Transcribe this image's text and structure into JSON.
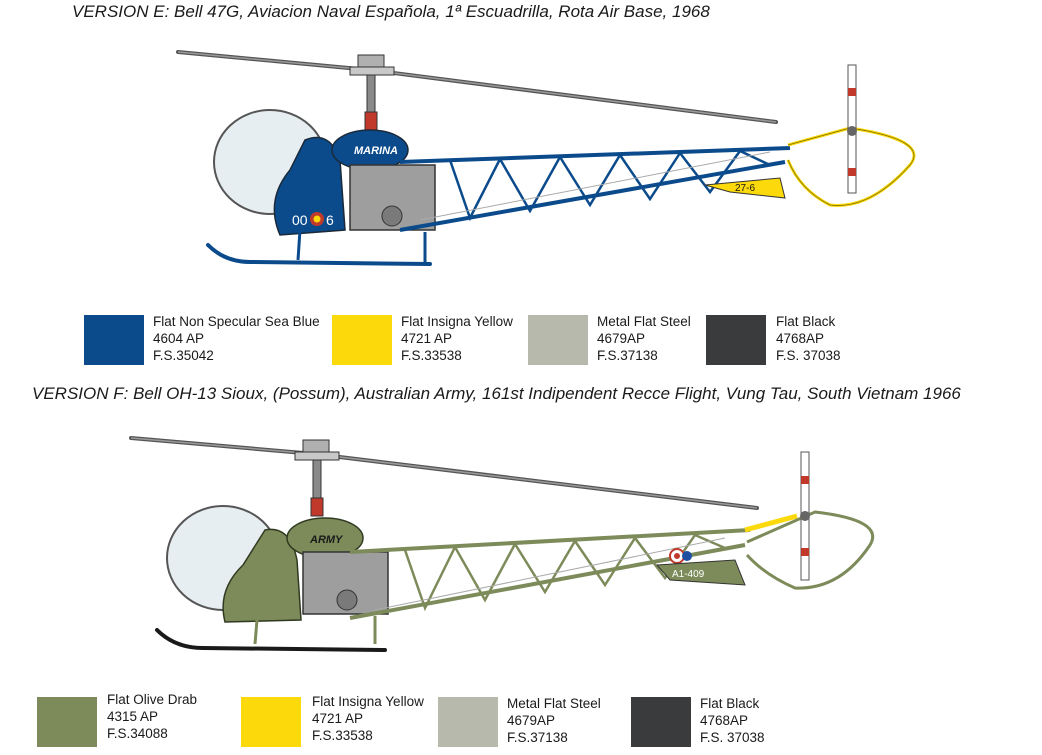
{
  "version_e": {
    "title": "VERSION E: Bell 47G, Aviacion Naval Española, 1ª Escuadrilla, Rota Air Base, 1968",
    "markings": {
      "nose_text": "MARINA",
      "serial": "00",
      "number": "6",
      "tail_code": "27-6"
    },
    "colors": [
      {
        "name": "Flat Non Specular Sea Blue",
        "code": "4604  AP",
        "fs": "F.S.35042",
        "hex": "#0b4b8c"
      },
      {
        "name": "Flat Insigna Yellow",
        "code": "4721 AP",
        "fs": "F.S.33538",
        "hex": "#fbd90a"
      },
      {
        "name": "Metal Flat Steel",
        "code": "4679AP",
        "fs": "F.S.37138",
        "hex": "#b7b9ad"
      },
      {
        "name": "Flat Black",
        "code": "4768AP",
        "fs": "F.S. 37038",
        "hex": "#3a3b3d"
      }
    ]
  },
  "version_f": {
    "title": "VERSION F: Bell OH-13 Sioux, (Possum), Australian Army, 161st Indipendent Recce Flight, Vung Tau, South Vietnam 1966",
    "markings": {
      "nose_text": "ARMY",
      "tail_code": "A1-409"
    },
    "colors": [
      {
        "name": "Flat Olive Drab",
        "code": "4315  AP",
        "fs": "F.S.34088",
        "hex": "#7d8b5a"
      },
      {
        "name": "Flat Insigna Yellow",
        "code": "4721 AP",
        "fs": "F.S.33538",
        "hex": "#fbd90a"
      },
      {
        "name": "Metal Flat Steel",
        "code": "4679AP",
        "fs": "F.S.37138",
        "hex": "#b7b9ad"
      },
      {
        "name": "Flat Black",
        "code": "4768AP",
        "fs": "F.S. 37038",
        "hex": "#3a3b3d"
      }
    ]
  }
}
